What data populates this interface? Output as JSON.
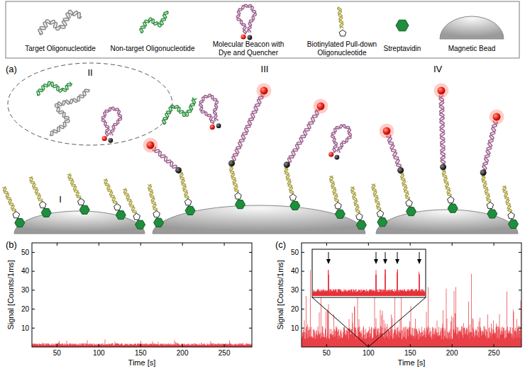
{
  "diagram": {
    "nodes": [
      {
        "text": [
          "II"
        ]
      }
    ],
    "labels": [
      "(a)",
      "I",
      "III",
      "IV",
      "(b)",
      "10",
      "20",
      "30",
      "40",
      "50",
      "50",
      "100",
      "150",
      "200",
      "250",
      "Signal [Counts/1ms]",
      "Time [s]",
      "(c)",
      "10",
      "20",
      "30",
      "40",
      "50",
      "50",
      "100",
      "150",
      "200",
      "250",
      "Signal [Counts/1ms]",
      "Time [s]"
    ],
    "legend": [
      {
        "text": "Target Oligonucleotide"
      },
      {
        "text": "Non-target Oligonucleotide"
      },
      {
        "text": "Molecular Beacon with Dye and Quencher"
      },
      {
        "text": "Biotinylated Pull-down Oligonucleotide"
      },
      {
        "text": "Streptavidin"
      },
      {
        "text": "Magnetic Bead"
      }
    ]
  }
}
